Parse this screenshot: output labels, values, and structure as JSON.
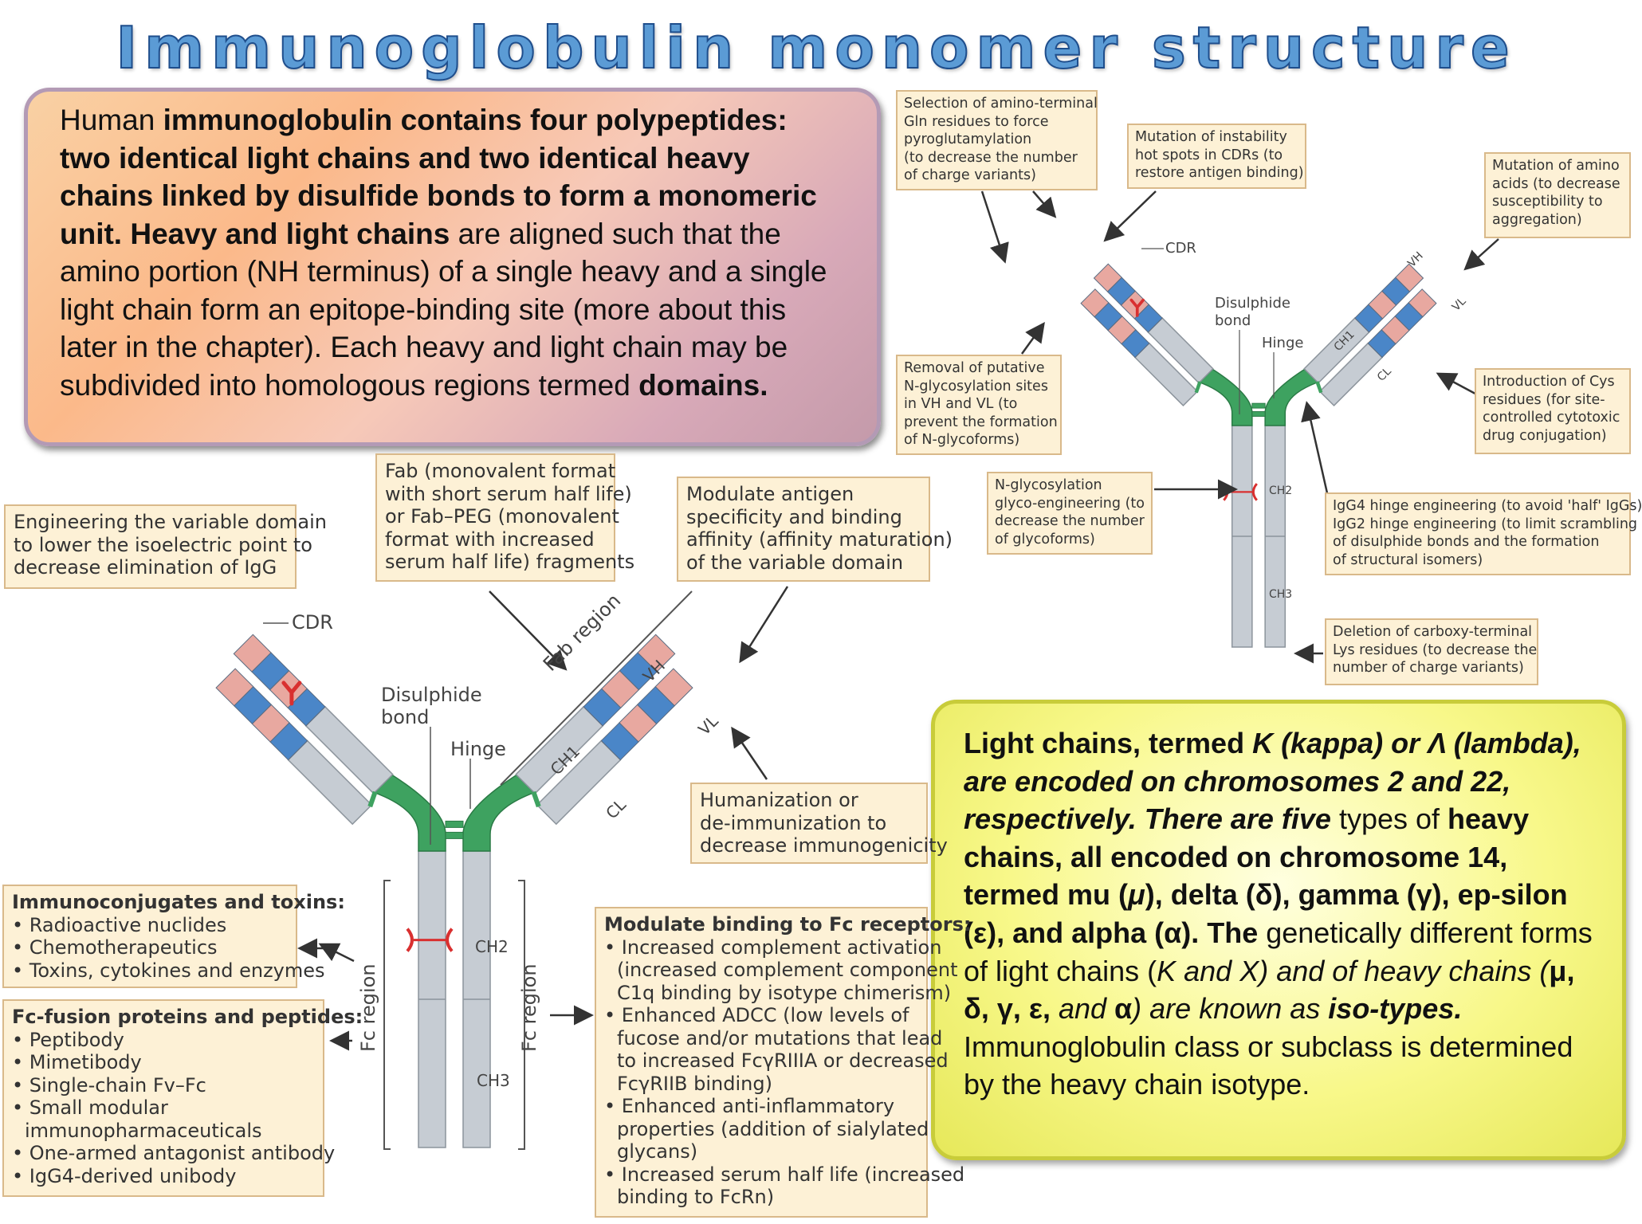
{
  "title": "Immunoglobulin monomer structure",
  "intro": {
    "s1": "Human ",
    "s2": "immunoglobulin contains four polypeptides: two identical light chains and two identical heavy chains linked by disulfide bonds to form a monomeric unit. Heavy and light chains",
    "s3": " are aligned such that the amino portion (NH terminus) of a single heavy and a single light chain form an epitope-binding site (more about this later in the chapter). Each heavy and light chain may be subdivided into homologous regions termed ",
    "s4": "domains."
  },
  "chains_text": {
    "s1": "Light chains, termed ",
    "s2": "K (kappa) or Λ (lambda), are encoded on chromosomes 2 and 22, respectively. There are five",
    "s3": " types of ",
    "s4": "heavy chains, all encoded on chromosome 14, termed mu (",
    "s5": "μ",
    "s6": "), delta (δ), gamma (γ), ep-silon (ε), and alpha (α). The",
    "s7": " genetically different forms of light chains (",
    "s8": "K and X) and of heavy chains (",
    "s9": "μ, δ, γ, ε,",
    "s10": " and ",
    "s11": "α",
    "s12": ") are known as ",
    "s13": "iso-types.",
    "s14": " Immunoglobulin class or subclass is determined by the heavy chain isotype."
  },
  "main_diagram": {
    "labels": {
      "cdr": "CDR",
      "disulphide": "Disulphide",
      "bond": "bond",
      "hinge": "Hinge",
      "fab_region": "Fab region",
      "fc_region": "Fc region",
      "vh": "VH",
      "vl": "VL",
      "ch1": "CH1",
      "cl": "CL",
      "ch2": "CH2",
      "ch3": "CH3"
    },
    "annotations": {
      "variable_domain": [
        "Engineering the variable domain",
        "to lower the isoelectric point to",
        "decrease elimination of IgG"
      ],
      "fab": [
        "Fab (monovalent format",
        "with short serum half life)",
        "or Fab–PEG (monovalent",
        "format with increased",
        "serum half life) fragments"
      ],
      "affinity": [
        "Modulate antigen",
        "specificity and binding",
        "affinity (affinity maturation)",
        "of the variable domain"
      ],
      "humanization": [
        "Humanization or",
        "de-immunization to",
        "decrease immunogenicity"
      ],
      "immunoconjugates": {
        "heading": "Immunoconjugates and toxins:",
        "items": [
          "• Radioactive nuclides",
          "• Chemotherapeutics",
          "• Toxins, cytokines and enzymes"
        ]
      },
      "fc_fusion": {
        "heading": "Fc-fusion proteins and peptides:",
        "items": [
          "• Peptibody",
          "• Mimetibody",
          "• Single-chain Fv–Fc",
          "• Small modular",
          "immunopharmaceuticals",
          "• One-armed antagonist antibody",
          "• IgG4-derived unibody"
        ]
      },
      "fc_receptors": {
        "heading": "Modulate binding to Fc receptors:",
        "items": [
          "• Increased complement activation",
          "(increased complement component",
          "C1q binding by isotype chimerism)",
          "• Enhanced ADCC (low levels of",
          "fucose and/or mutations that lead",
          "to increased FcγRIIIA or decreased",
          "FcγRIIB binding)",
          "• Enhanced anti-inflammatory",
          "properties (addition of sialylated",
          "glycans)",
          "• Increased serum half life (increased",
          "binding to FcRn)"
        ]
      }
    }
  },
  "small_diagram": {
    "labels": {
      "cdr": "CDR",
      "disulphide": "Disulphide",
      "bond": "bond",
      "hinge": "Hinge",
      "vh": "VH",
      "vl": "VL",
      "ch1": "CH1",
      "cl": "CL",
      "ch2": "CH2",
      "ch3": "CH3"
    },
    "annotations": {
      "pyroglutamylation": [
        "Selection of amino-terminal",
        "Gln residues to force",
        "pyroglutamylation",
        "(to decrease the number",
        "of charge variants)"
      ],
      "instability": [
        "Mutation of instability",
        "hot spots in CDRs (to",
        "restore antigen binding)"
      ],
      "aggregation": [
        "Mutation of amino",
        "acids (to decrease",
        "susceptibility to",
        "aggregation)"
      ],
      "n_glyco_removal": [
        "Removal of putative",
        "N-glycosylation sites",
        "in VH and VL (to",
        "prevent the formation",
        "of N-glycoforms)"
      ],
      "cys": [
        "Introduction of Cys",
        "residues (for site-",
        "controlled cytotoxic",
        "drug conjugation)"
      ],
      "glyco_engineering": [
        "N-glycosylation",
        "glyco-engineering (to",
        "decrease the number",
        "of glycoforms)"
      ],
      "hinge_engineering": [
        "IgG4 hinge engineering (to avoid 'half' IgGs)",
        "IgG2 hinge engineering (to limit scrambling",
        "of disulphide bonds and the formation",
        "of structural isomers)"
      ],
      "lys_deletion": [
        "Deletion of carboxy-terminal",
        "Lys residues (to decrease the",
        "number of charge variants)"
      ]
    }
  },
  "colors": {
    "title_fill": "#5b9bd5",
    "title_stroke": "#1f4e8c",
    "chain_grey": "#c6ccd3",
    "variable_blue": "#4a86c8",
    "cdr_pink": "#e8a8a0",
    "hinge_green": "#3ea260",
    "annotation_bg": "#fdf1d6",
    "annotation_border": "#d9b98a",
    "glycan_red": "#d93030"
  }
}
